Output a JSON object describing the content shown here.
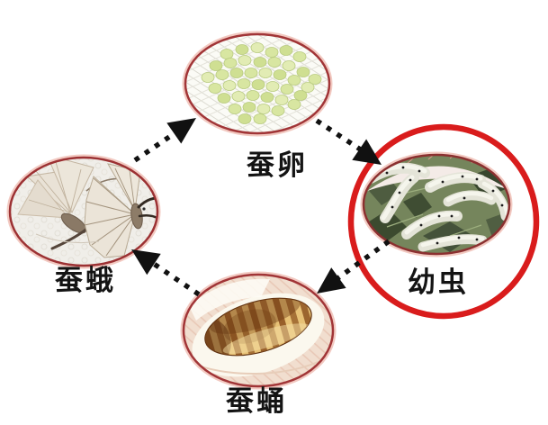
{
  "diagram": {
    "type": "life-cycle",
    "stages": [
      {
        "id": "eggs",
        "label": "蚕卵",
        "position": "top",
        "highlighted": false
      },
      {
        "id": "larva",
        "label": "幼虫",
        "position": "right",
        "highlighted": true
      },
      {
        "id": "pupa",
        "label": "蚕蛹",
        "position": "bottom",
        "highlighted": false
      },
      {
        "id": "moth",
        "label": "蚕蛾",
        "position": "left",
        "highlighted": false
      }
    ],
    "arrows": [
      {
        "from": "蚕蛾",
        "to": "蚕卵"
      },
      {
        "from": "蚕卵",
        "to": "幼虫"
      },
      {
        "from": "幼虫",
        "to": "蚕蛹"
      },
      {
        "from": "蚕蛹",
        "to": "蚕蛾"
      }
    ],
    "colors": {
      "background": "#ffffff",
      "highlight_circle": "#d91c1c",
      "oval_border": "#9c3133",
      "oval_glow": "#f2c9c1",
      "arrow": "#111111",
      "label_text": "#141414",
      "egg_green": "#d8e6a1",
      "leaf_green": "#44523a",
      "worm_white": "#e4e4d8",
      "pupa_gold": "#e7c176",
      "pupa_brown": "#8a4e1d",
      "moth_wing": "#e9e2d6"
    }
  }
}
